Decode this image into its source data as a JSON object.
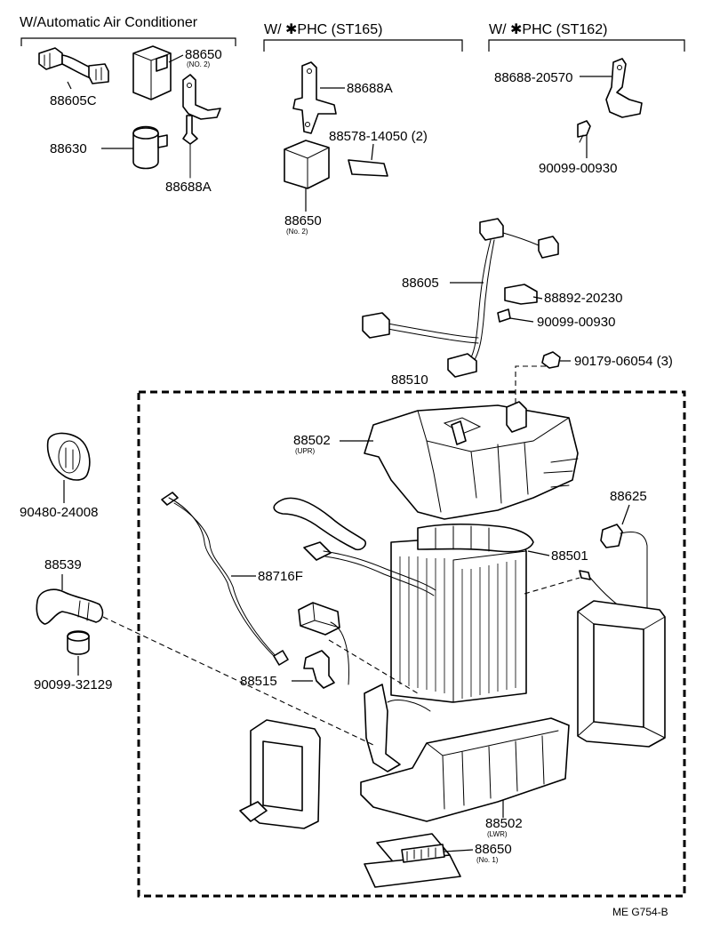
{
  "headers": {
    "auto_ac": "W/Automatic Air Conditioner",
    "phc_st165": "W/ ✱PHC (ST165)",
    "phc_st162": "W/ ✱PHC (ST162)"
  },
  "labels": {
    "p88605C": "88605C",
    "p88650_no2_top": "88650",
    "p88650_no2_top_sub": "(NO. 2)",
    "p88630": "88630",
    "p88688A_left": "88688A",
    "p88688A_mid": "88688A",
    "p88578": "88578-14050 (2)",
    "p88650_no2_mid": "88650",
    "p88650_no2_mid_sub": "(No. 2)",
    "p88688_20570": "88688-20570",
    "p90099_00930_top": "90099-00930",
    "p88605": "88605",
    "p88892": "88892-20230",
    "p90099_00930_mid": "90099-00930",
    "p90179": "90179-06054 (3)",
    "p88510": "88510",
    "p88502_upr": "88502",
    "p88502_upr_sub": "(UPR)",
    "p90480": "90480-24008",
    "p88625": "88625",
    "p88501": "88501",
    "p88539": "88539",
    "p88716F": "88716F",
    "p90099_32129": "90099-32129",
    "p88515": "88515",
    "p88502_lwr": "88502",
    "p88502_lwr_sub": "(LWR)",
    "p88650_no1": "88650",
    "p88650_no1_sub": "(No. 1)"
  },
  "footer": {
    "ref_code": "ME G754-B"
  }
}
